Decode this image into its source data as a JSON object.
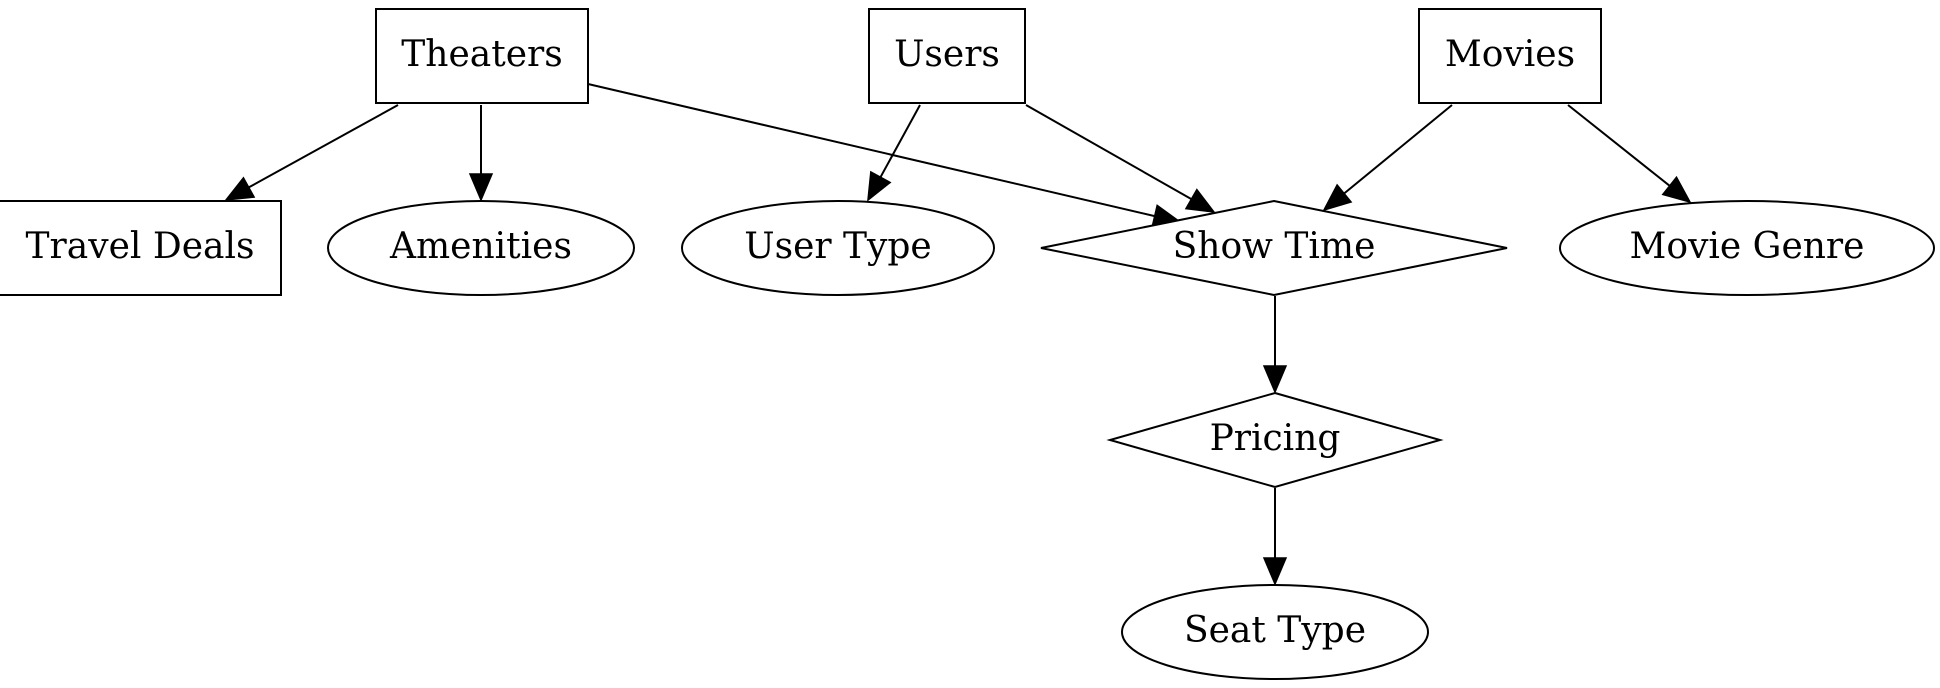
{
  "diagram": {
    "type": "directed-graph",
    "nodes": [
      {
        "id": "theaters",
        "label": "Theaters",
        "shape": "box"
      },
      {
        "id": "users",
        "label": "Users",
        "shape": "box"
      },
      {
        "id": "movies",
        "label": "Movies",
        "shape": "box"
      },
      {
        "id": "travel_deals",
        "label": "Travel Deals",
        "shape": "box"
      },
      {
        "id": "amenities",
        "label": "Amenities",
        "shape": "ellipse"
      },
      {
        "id": "user_type",
        "label": "User Type",
        "shape": "ellipse"
      },
      {
        "id": "show_time",
        "label": "Show Time",
        "shape": "diamond"
      },
      {
        "id": "movie_genre",
        "label": "Movie Genre",
        "shape": "ellipse"
      },
      {
        "id": "pricing",
        "label": "Pricing",
        "shape": "diamond"
      },
      {
        "id": "seat_type",
        "label": "Seat Type",
        "shape": "ellipse"
      }
    ],
    "edges": [
      {
        "from": "theaters",
        "to": "travel_deals"
      },
      {
        "from": "theaters",
        "to": "amenities"
      },
      {
        "from": "theaters",
        "to": "show_time"
      },
      {
        "from": "users",
        "to": "user_type"
      },
      {
        "from": "users",
        "to": "show_time"
      },
      {
        "from": "movies",
        "to": "show_time"
      },
      {
        "from": "movies",
        "to": "movie_genre"
      },
      {
        "from": "show_time",
        "to": "pricing"
      },
      {
        "from": "pricing",
        "to": "seat_type"
      }
    ],
    "colors": {
      "stroke": "#000000",
      "fill": "#ffffff",
      "text": "#000000"
    }
  }
}
